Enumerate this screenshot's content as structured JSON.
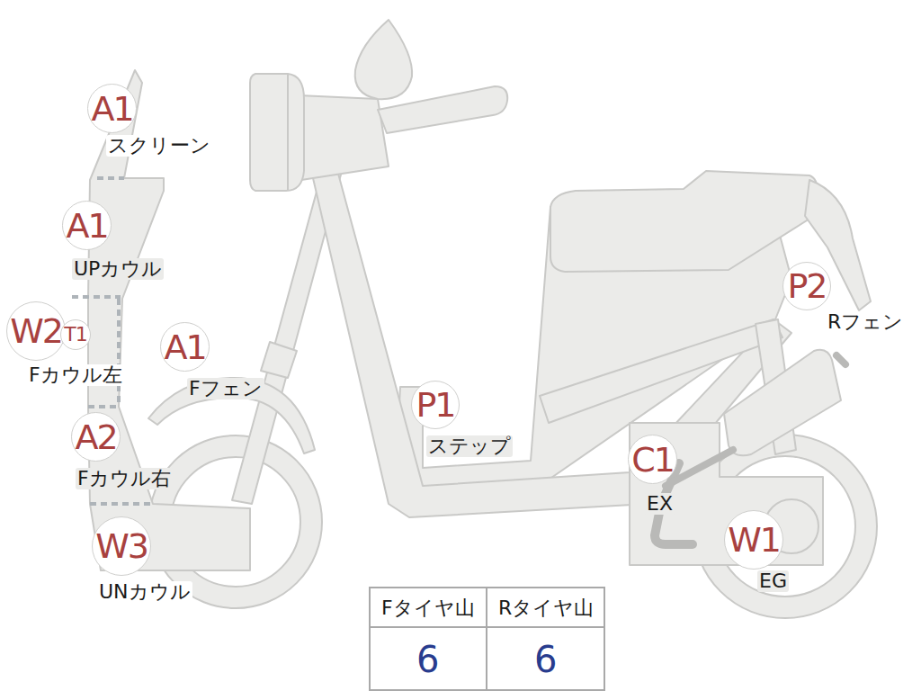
{
  "diagram": {
    "labels": [
      "A1",
      "スクリーン",
      "A1",
      "UPカウル",
      "W2",
      "T1",
      "Fカウル左",
      "A1",
      "Fフェン",
      "A2",
      "Fカウル右",
      "P1",
      "ステップ",
      "W3",
      "UNカウル",
      "P2",
      "Rフェン",
      "C1",
      "EX",
      "W1",
      "EG",
      "Fタイヤ山",
      "Rタイヤ山",
      "6",
      "6"
    ]
  }
}
